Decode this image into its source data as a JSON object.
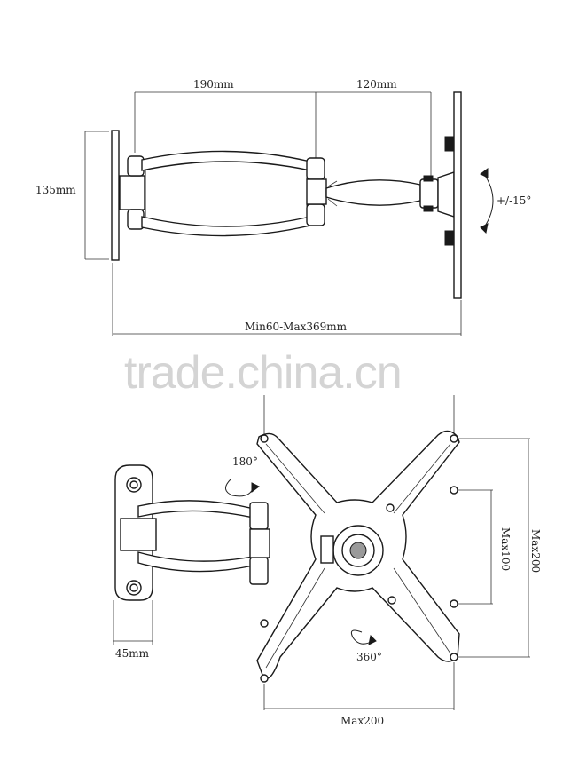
{
  "top_view": {
    "dim_arm_length": "190mm",
    "dim_swivel_length": "120mm",
    "dim_height": "135mm",
    "dim_range": "Min60-Max369mm",
    "tilt_label": "+/-15°"
  },
  "watermark": "trade.china.cn",
  "front_view": {
    "rotate_label": "180°",
    "spin_label": "360°",
    "dim_depth": "45mm",
    "dim_max100": "Max100",
    "dim_max200_vertical": "Max200",
    "dim_max200_horizontal": "Max200"
  }
}
